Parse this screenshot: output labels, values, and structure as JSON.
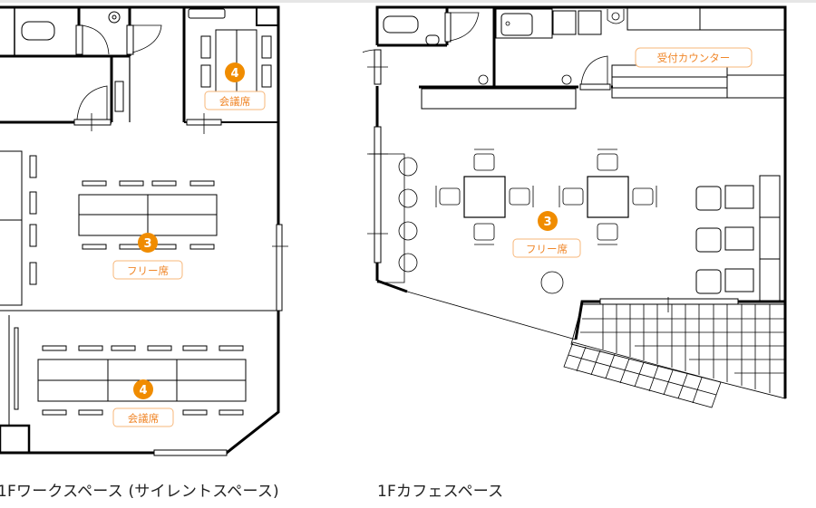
{
  "colors": {
    "accent": "#f08c00",
    "tag_border": "#f7b77a",
    "tag_text": "#f0872a",
    "wall": "#000000",
    "line": "#333333"
  },
  "plans": [
    {
      "caption": "1Fワークスペース (サイレントスペース)",
      "markers": [
        {
          "number": "4",
          "label": "会議席"
        },
        {
          "number": "3",
          "label": "フリー席"
        },
        {
          "number": "4",
          "label": "会議席"
        }
      ]
    },
    {
      "caption": "1Fカフェスペース",
      "markers": [
        {
          "number": "3",
          "label": "フリー席"
        }
      ],
      "counter_label": "受付カウンター"
    }
  ]
}
